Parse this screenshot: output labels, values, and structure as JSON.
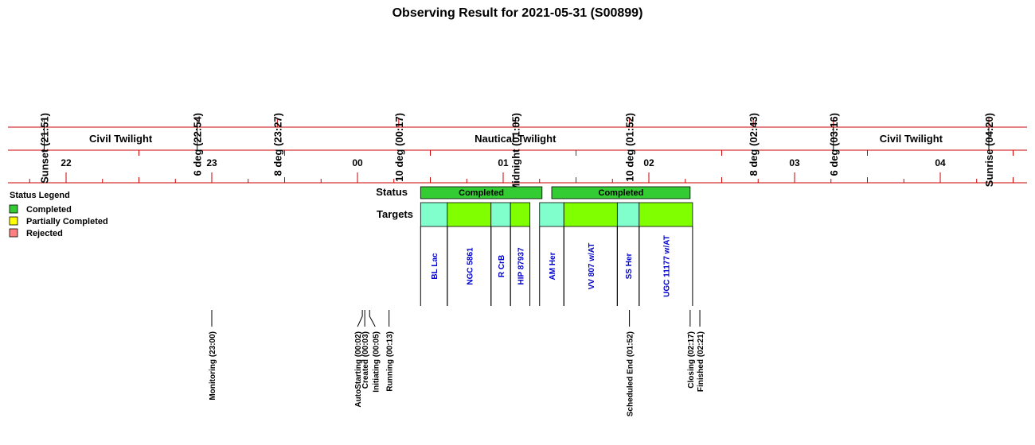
{
  "chart_data": {
    "type": "timeline",
    "title": "Observing Result for 2021-05-31 (S00899)",
    "time_axis": {
      "ticks": [
        "22",
        "23",
        "00",
        "01",
        "02",
        "03",
        "04"
      ]
    },
    "events": [
      {
        "label": "Sunset (21:51)",
        "time": "21:51"
      },
      {
        "label": "6 deg (22:54)",
        "time": "22:54"
      },
      {
        "label": "8 deg (23:27)",
        "time": "23:27"
      },
      {
        "label": "10 deg (00:17)",
        "time": "00:17"
      },
      {
        "label": "Midnight (01:05)",
        "time": "01:05"
      },
      {
        "label": "10 deg (01:52)",
        "time": "01:52"
      },
      {
        "label": "8 deg (02:43)",
        "time": "02:43"
      },
      {
        "label": "6 deg (03:16)",
        "time": "03:16"
      },
      {
        "label": "Sunrise (04:20)",
        "time": "04:20"
      }
    ],
    "twilight_bands": [
      {
        "label": "Civil Twilight",
        "start": "21:51",
        "end": "22:54"
      },
      {
        "label": "Nautical Twilight",
        "start": "22:54",
        "end": "03:16"
      },
      {
        "label": "Civil Twilight",
        "start": "03:16",
        "end": "04:20"
      }
    ],
    "status_label": "Status",
    "targets_label": "Targets",
    "status": [
      {
        "label": "Completed",
        "start": "00:26",
        "end": "01:16",
        "color": "#33cc33"
      },
      {
        "label": "Completed",
        "start": "01:20",
        "end": "02:17",
        "color": "#33cc33"
      }
    ],
    "targets": [
      {
        "name": "BL Lac",
        "start": "00:26",
        "end": "00:37",
        "color": "#80ffcc"
      },
      {
        "name": "NGC 5861",
        "start": "00:37",
        "end": "00:55",
        "color": "#80ff00"
      },
      {
        "name": "R CrB",
        "start": "00:55",
        "end": "01:03",
        "color": "#80ffcc"
      },
      {
        "name": "HIP 87937",
        "start": "01:03",
        "end": "01:11",
        "color": "#80ff00"
      },
      {
        "name": "AM Her",
        "start": "01:15",
        "end": "01:25",
        "color": "#80ffcc"
      },
      {
        "name": "VV 807 w/AT",
        "start": "01:25",
        "end": "01:47",
        "color": "#80ff00"
      },
      {
        "name": "SS Her",
        "start": "01:47",
        "end": "01:56",
        "color": "#80ffcc"
      },
      {
        "name": "UGC 11177 w/AT",
        "start": "01:56",
        "end": "02:18",
        "color": "#80ff00"
      }
    ],
    "log_events": [
      {
        "label": "Monitoring (23:00)",
        "time": "23:00"
      },
      {
        "label": "AutoStarting (00:02)",
        "time": "00:02"
      },
      {
        "label": "Created (00:03)",
        "time": "00:03"
      },
      {
        "label": "Initiating (00:05)",
        "time": "00:05"
      },
      {
        "label": "Running (00:13)",
        "time": "00:13"
      },
      {
        "label": "Scheduled End (01:52)",
        "time": "01:52"
      },
      {
        "label": "Closing (02:17)",
        "time": "02:17"
      },
      {
        "label": "Finished (02:21)",
        "time": "02:21"
      }
    ],
    "legend": {
      "title": "Status Legend",
      "placement": "left",
      "items": [
        {
          "label": "Completed",
          "color": "#33cc33"
        },
        {
          "label": "Partially Completed",
          "color": "#ffff00"
        },
        {
          "label": "Rejected",
          "color": "#ff8080"
        }
      ]
    },
    "colors": {
      "axis": "#cc0000",
      "target_text": "#0000cc"
    }
  }
}
